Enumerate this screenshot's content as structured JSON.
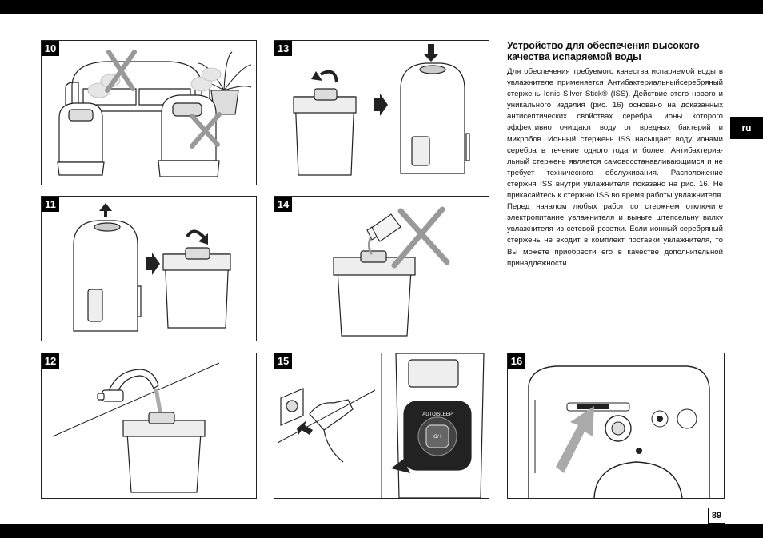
{
  "figures": [
    {
      "number": "10"
    },
    {
      "number": "11"
    },
    {
      "number": "12"
    },
    {
      "number": "13"
    },
    {
      "number": "14"
    },
    {
      "number": "15"
    },
    {
      "number": "16"
    }
  ],
  "device_labels": {
    "auto_sleep": "AUTO/SLEEP",
    "power": "O/ I"
  },
  "section": {
    "heading": "Устройство для обеспечения высокого качества испаряемой воды",
    "body": "Для обеспечения требуемого качества испаряемой воды в увлажнителе применяется Антибактериальныйсереб­ряный стержень Ionic Silver Stick® (ISS). Действие этого нового и уникального изделия (рис. 16) основано на доказанных антисептических свойствах серебра, ионы которого эффективно очищают воду от вредных бактерий и микробов. Ионный стержень ISS насыщает воду ионами серебра в течение одного года и более. Антибактериа­льный стержень является самовосстанавливающимся и не требует технического обслуживания. Расположение стержня ISS внутри увлажнителя показано на рис. 16. Не прикасайтесь к стержню ISS во время работы увлажнителя. Перед началом любых работ со стержнем отключите электропитание увлажнителя и выньте ште­псельну вилку увлажнителя из сетевой розетки. Если ионный серебряный стержень не входит в комплект поставки увлажнителя, то Вы можете приобрести его в качестве дополнительной принадлежности."
  },
  "language_tab": "ru",
  "page_number": "89",
  "icons": [
    "cross-mark-icon",
    "arrow-up-icon",
    "arrow-down-icon",
    "arrow-right-icon",
    "curved-arrow-icon",
    "water-tap-icon",
    "power-plug-icon",
    "power-button-icon"
  ]
}
